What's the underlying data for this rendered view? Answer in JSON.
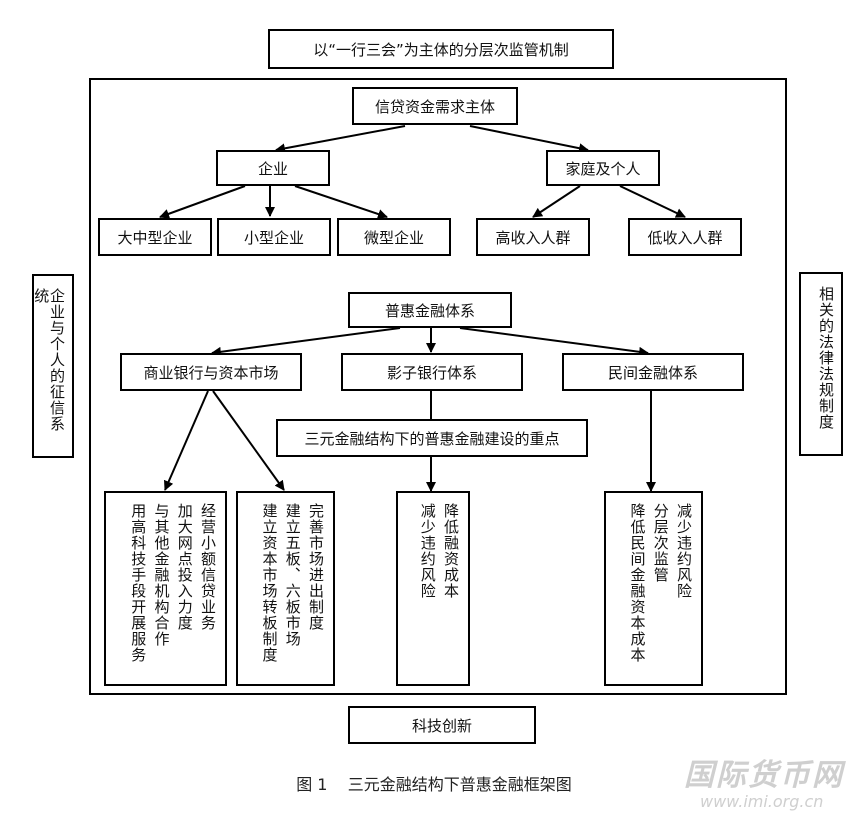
{
  "title": "以“一行三会”为主体的分层次监管机制",
  "demand": {
    "root": "信贷资金需求主体",
    "enterprise": "企业",
    "household": "家庭及个人",
    "large_medium": "大中型企业",
    "small": "小型企业",
    "micro": "微型企业",
    "high_income": "高收入人群",
    "low_income": "低收入人群"
  },
  "left_side": "企业与个人的征信系统",
  "right_side": "相关的法律法规制度",
  "inclusive": {
    "root": "普惠金融体系",
    "bank_market": "商业银行与资本市场",
    "shadow": "影子银行体系",
    "private": "民间金融体系",
    "key_points": "三元金融结构下的普惠金融建设的重点"
  },
  "measures": {
    "bank": [
      "经营小额信贷业务",
      "加大网点投入力度",
      "与其他金融机构合作",
      "用高科技手段开展服务"
    ],
    "capital": [
      "完善市场进出制度",
      "建立五板、六板市场",
      "建立资本市场转板制度"
    ],
    "shadow": [
      "降低融资成本",
      "减少违约风险"
    ],
    "private": [
      "减少违约风险",
      "分层次监管",
      "降低民间金融资本成本"
    ]
  },
  "bottom": "科技创新",
  "caption": "图 1    三元金融结构下普惠金融框架图",
  "watermark": {
    "cn": "国际货币网",
    "url": "www.imi.org.cn"
  }
}
